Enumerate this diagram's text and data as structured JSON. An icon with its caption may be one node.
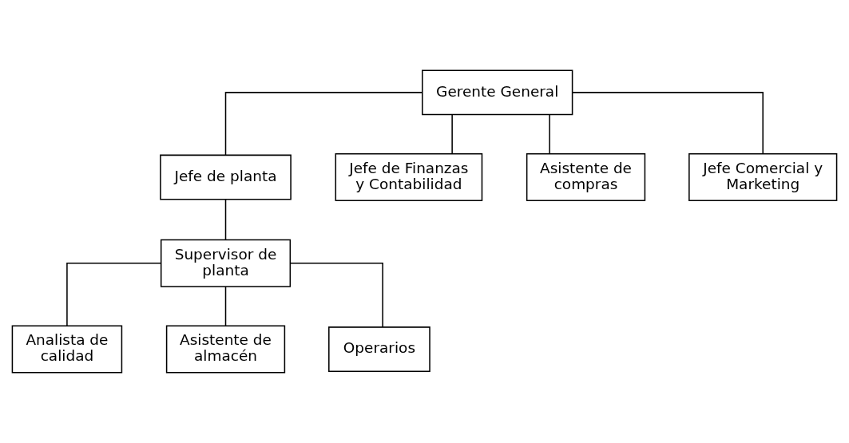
{
  "diagram": {
    "nodes": [
      {
        "text": [
          "Gerente General"
        ]
      },
      {
        "text": [
          "Jefe de planta"
        ]
      },
      {
        "text": [
          "Jefe de Finanzas y Contabilidad"
        ]
      },
      {
        "text": [
          "Asistente de compras"
        ]
      },
      {
        "text": [
          "Jefe Comercial y Marketing"
        ]
      },
      {
        "text": [
          "Supervisor de planta"
        ]
      },
      {
        "text": [
          "Analista de calidad"
        ]
      },
      {
        "text": [
          "Asistente de almacén"
        ]
      },
      {
        "text": [
          "Operarios"
        ]
      }
    ],
    "edges": [
      {
        "from": 0,
        "to": 1,
        "arrow": "none"
      },
      {
        "from": 0,
        "to": 2,
        "arrow": "none"
      },
      {
        "from": 0,
        "to": 3,
        "arrow": "none"
      },
      {
        "from": 0,
        "to": 4,
        "arrow": "none"
      },
      {
        "from": 1,
        "to": 5,
        "arrow": "none"
      },
      {
        "from": 5,
        "to": 6,
        "arrow": "none"
      },
      {
        "from": 5,
        "to": 7,
        "arrow": "none"
      },
      {
        "from": 5,
        "to": 8,
        "arrow": "none"
      }
    ]
  }
}
